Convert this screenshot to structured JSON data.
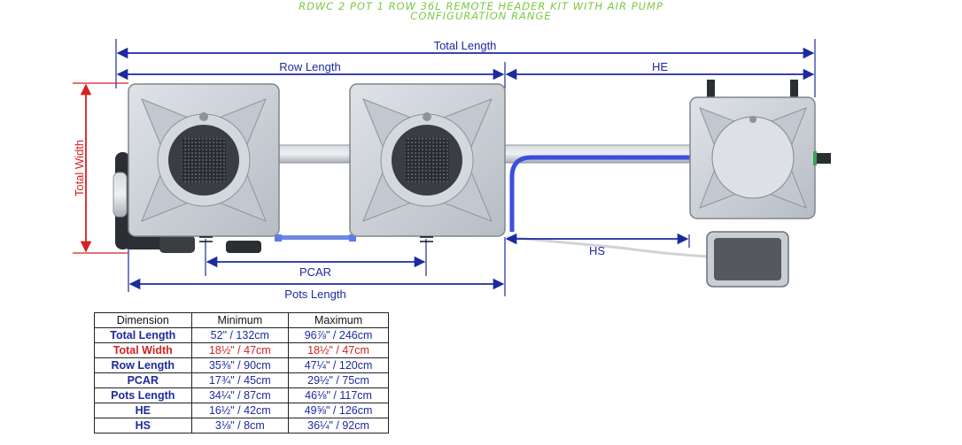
{
  "title": {
    "line1": "RDWC 2 POT 1 ROW 36L REMOTE HEADER KIT WITH AIR PUMP",
    "line2": "CONFIGURATION RANGE"
  },
  "colors": {
    "title": "#7ac943",
    "dimension_blue": "#1c2aa0",
    "dimension_red": "#d42121",
    "pot_body": "#c9ced4",
    "pipe": "#3b4fe0"
  },
  "labels": {
    "total_length": "Total Length",
    "row_length": "Row Length",
    "he": "HE",
    "total_width": "Total Width",
    "hs": "HS",
    "pcar": "PCAR",
    "pots_length": "Pots Length"
  },
  "table": {
    "headers": [
      "Dimension",
      "Minimum",
      "Maximum"
    ],
    "rows": [
      {
        "dimension": "Total Length",
        "minimum": "52\" / 132cm",
        "maximum": "96⅞\" / 246cm",
        "color": "blue"
      },
      {
        "dimension": "Total Width",
        "minimum": "18½\" / 47cm",
        "maximum": "18½\" / 47cm",
        "color": "red"
      },
      {
        "dimension": "Row Length",
        "minimum": "35⅜\" / 90cm",
        "maximum": "47¼\" / 120cm",
        "color": "blue"
      },
      {
        "dimension": "PCAR",
        "minimum": "17¾\" / 45cm",
        "maximum": "29½\" / 75cm",
        "color": "blue"
      },
      {
        "dimension": "Pots Length",
        "minimum": "34¼\" / 87cm",
        "maximum": "46⅛\" / 117cm",
        "color": "blue"
      },
      {
        "dimension": "HE",
        "minimum": "16½\" / 42cm",
        "maximum": "49⅝\" / 126cm",
        "color": "blue"
      },
      {
        "dimension": "HS",
        "minimum": "3⅛\" / 8cm",
        "maximum": "36¼\" / 92cm",
        "color": "blue"
      }
    ]
  }
}
